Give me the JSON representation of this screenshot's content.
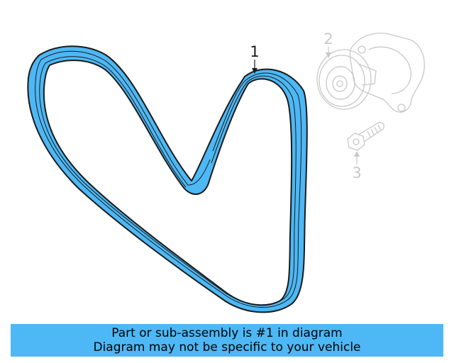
{
  "colors": {
    "highlight": "#4db8f5",
    "outline": "#1a1a1a",
    "faded": "#c8c8c8",
    "banner_bg": "#4db8f5",
    "banner_text": "#000000"
  },
  "callouts": {
    "part_1": "1",
    "part_2": "2",
    "part_3": "3"
  },
  "banner": {
    "line1": "Part or sub-assembly is #1 in diagram",
    "line2": "Diagram may not be specific to your vehicle"
  }
}
